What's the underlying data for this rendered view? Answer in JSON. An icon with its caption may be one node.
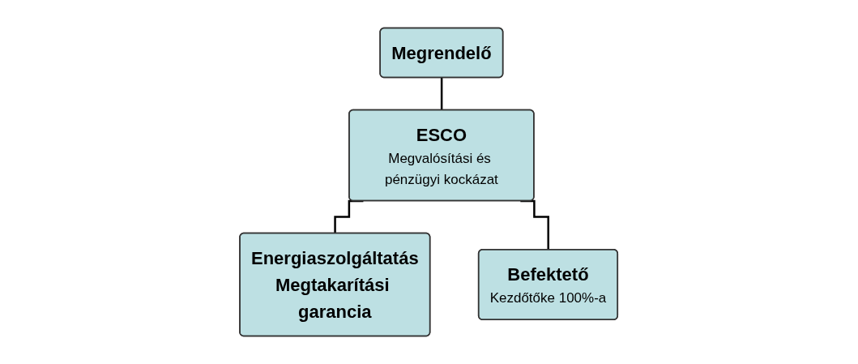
{
  "diagram": {
    "nodes": [
      {
        "text": [
          "Megrendelő"
        ]
      },
      {
        "text": [
          "ESCO",
          "Megvalósítási és pénzügyi kockázat"
        ]
      },
      {
        "text": [
          "Energiaszolgáltatás",
          "Megtakarítási garancia"
        ]
      },
      {
        "text": [
          "Befektető",
          "Kezdőtőke 100%-a"
        ]
      }
    ],
    "edges": [
      {
        "from": 0,
        "to": 1,
        "arrow": "none"
      },
      {
        "from": 1,
        "to": 2,
        "arrow": "none"
      },
      {
        "from": 1,
        "to": 3,
        "arrow": "none"
      }
    ]
  }
}
